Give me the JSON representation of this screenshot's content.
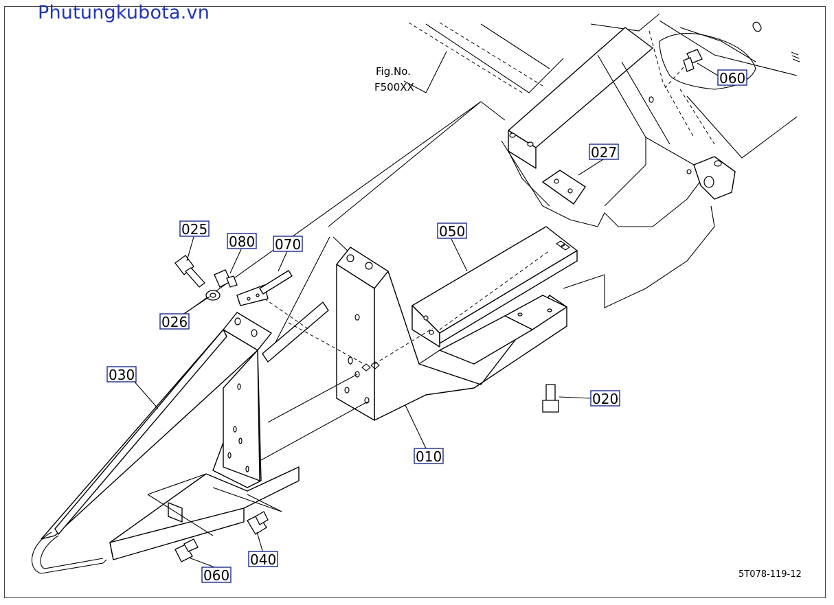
{
  "watermark": "Phutungkubota.vn",
  "figure_ref": {
    "line1": "Fig.No.",
    "line2": "F500XX"
  },
  "drawing_code": "5T078-119-12",
  "callouts": {
    "c010": "010",
    "c020": "020",
    "c025": "025",
    "c026": "026",
    "c027": "027",
    "c030": "030",
    "c040": "040",
    "c050": "050",
    "c060_top": "060",
    "c060_bottom": "060",
    "c070": "070",
    "c080": "080"
  }
}
